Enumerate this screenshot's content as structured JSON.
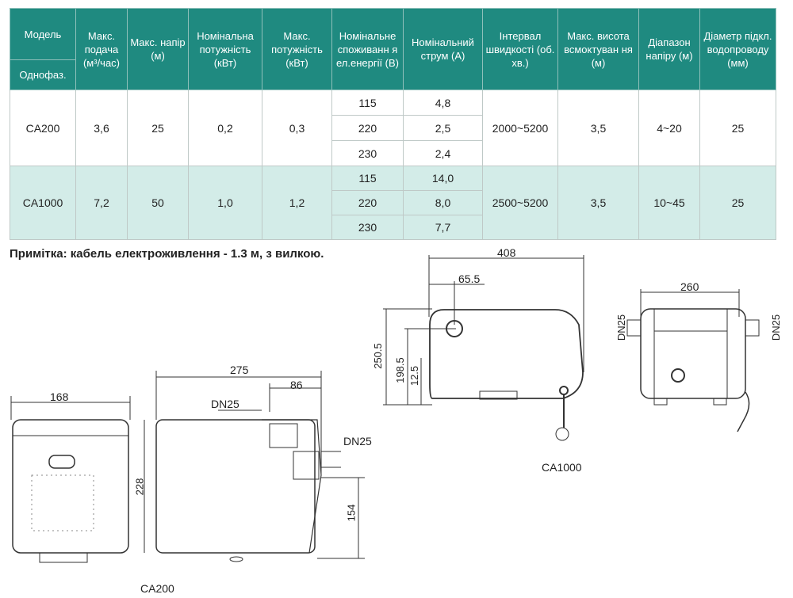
{
  "table": {
    "headers": [
      "Модель",
      "Макс. подача (м³/час)",
      "Макс. напір (м)",
      "Номінальна потужність (кВт)",
      "Макс. потужність (кВт)",
      "Номінальне споживанн я ел.енергії (В)",
      "Номінальний струм (А)",
      "Інтервал швидкості (об. хв.)",
      "Макс. висота всмоктуван ня (м)",
      "Діапазон напіру (м)",
      "Діаметр підкл. водопроводу (мм)"
    ],
    "subheader": "Однофаз.",
    "rows": [
      {
        "model": "CA200",
        "flow": "3,6",
        "head": "25",
        "nom_power": "0,2",
        "max_power": "0,3",
        "voltages": [
          "115",
          "220",
          "230"
        ],
        "currents": [
          "4,8",
          "2,5",
          "2,4"
        ],
        "speed": "2000~5200",
        "suction": "3,5",
        "range": "4~20",
        "diameter": "25"
      },
      {
        "model": "CA1000",
        "flow": "7,2",
        "head": "50",
        "nom_power": "1,0",
        "max_power": "1,2",
        "voltages": [
          "115",
          "220",
          "230"
        ],
        "currents": [
          "14,0",
          "8,0",
          "7,7"
        ],
        "speed": "2500~5200",
        "suction": "3,5",
        "range": "10~45",
        "diameter": "25"
      }
    ]
  },
  "note": "Примітка: кабель електроживлення - 1.3 м, з вилкою.",
  "drawings": {
    "ca200": {
      "label": "CA200",
      "width_front": "168",
      "height": "228",
      "length": "275",
      "offset": "86",
      "dn_top": "DN25",
      "dn_side": "DN25",
      "outlet_height": "154"
    },
    "ca1000": {
      "label": "CA1000",
      "length": "408",
      "inlet_offset": "65.5",
      "height": "250.5",
      "inlet_height": "198.5",
      "foot": "12.5",
      "width": "260",
      "dn_left": "DN25",
      "dn_right": "DN25"
    }
  },
  "colors": {
    "header": "#1f8a80",
    "row_alt": "#d3ece8"
  }
}
